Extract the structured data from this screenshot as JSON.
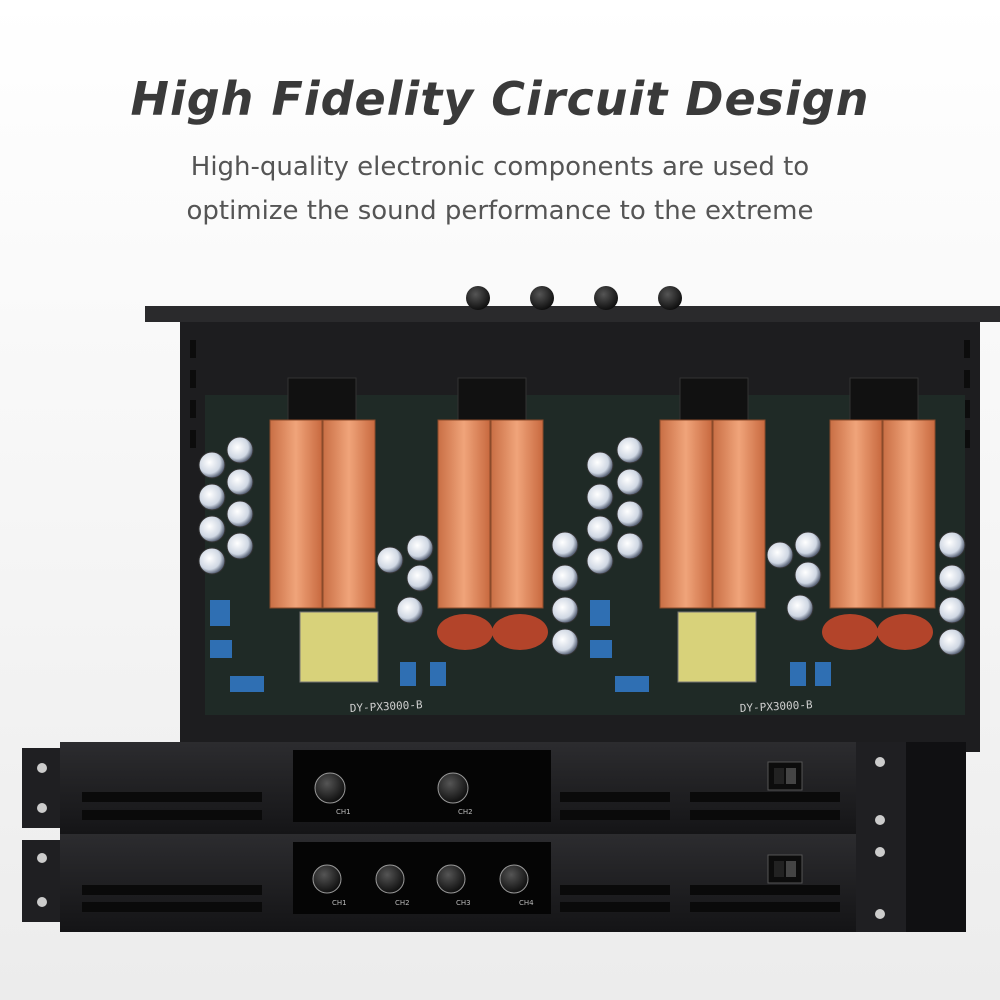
{
  "headline": "High Fidelity Circuit Design",
  "subline_1": "High-quality electronic components are used to",
  "subline_2": "optimize the sound performance to the extreme",
  "board_label": "DY-PX3000-B",
  "channel_labels": [
    "CH1",
    "CH2",
    "CH3",
    "CH4"
  ],
  "colors": {
    "chassis": "#1c1c1e",
    "heatsink": "#d9865a",
    "board": "#1f2a26",
    "capacitor": "#dfe6ef",
    "text": "#3a3a3a"
  }
}
